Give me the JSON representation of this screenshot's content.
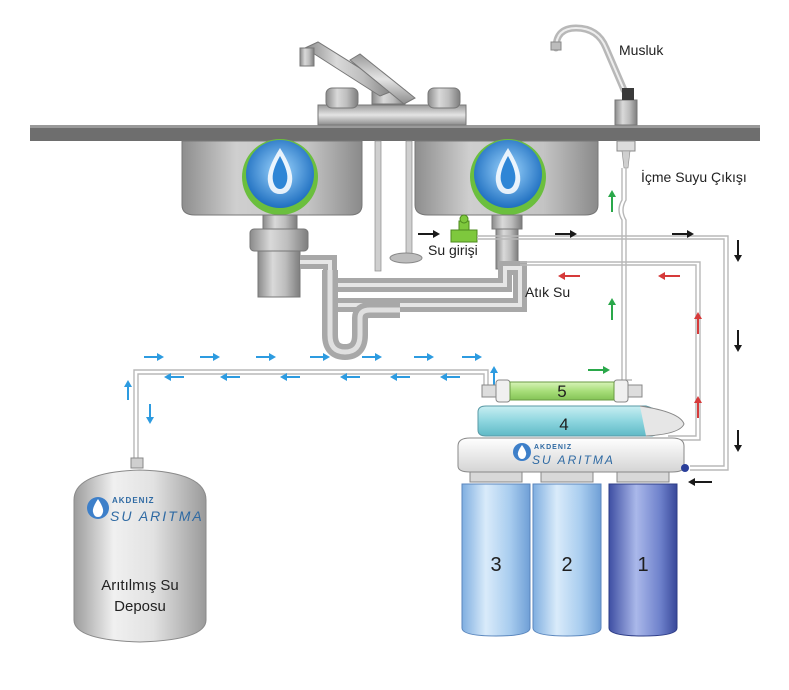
{
  "labels": {
    "faucet": "Musluk",
    "drinking_outlet": "İçme Suyu Çıkışı",
    "water_inlet": "Su girişi",
    "waste_water": "Atık Su",
    "tank_line1": "Arıtılmış Su",
    "tank_line2": "Deposu"
  },
  "brand": {
    "name_top": "AKDENIZ",
    "name_bottom": "SU ARITMA"
  },
  "stages": {
    "filter_1": "1",
    "filter_2": "2",
    "filter_3": "3",
    "membrane_4": "4",
    "post_filter_5": "5"
  },
  "colors": {
    "black_arrow": "#1a1a1a",
    "green_arrow": "#2aa84a",
    "red_arrow": "#d63a3a",
    "blue_arrow": "#2d9be0",
    "counter": "#6e6e6e",
    "filter_blue": "#7fb3df",
    "filter_dark": "#4a5fb0"
  },
  "icons": [
    "water-drop-icon",
    "faucet-icon",
    "tank-icon"
  ]
}
